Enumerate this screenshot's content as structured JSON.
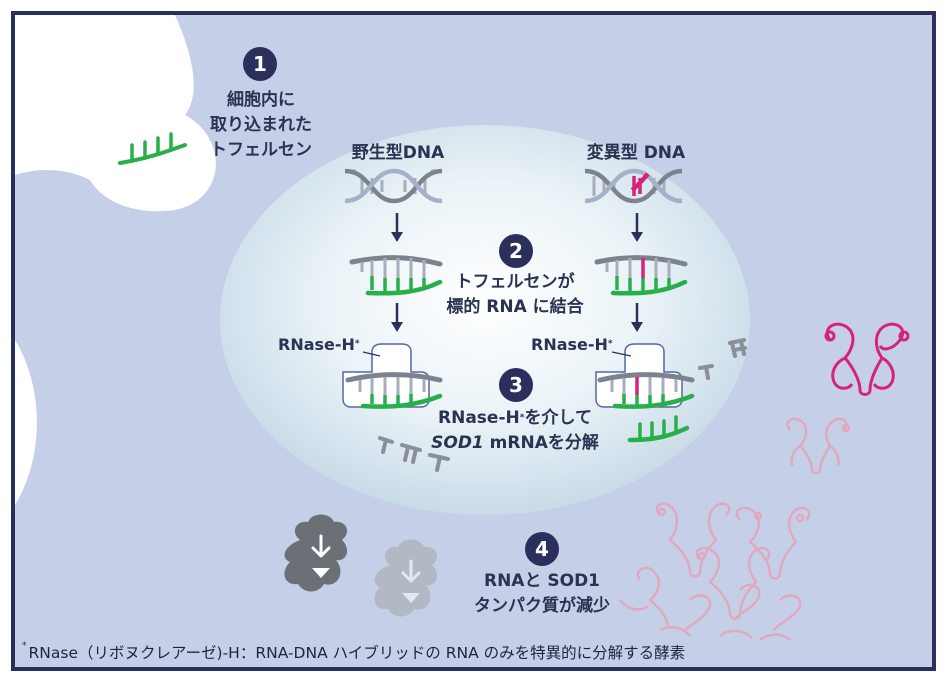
{
  "steps": [
    {
      "number": "1",
      "lines": [
        "細胞内に",
        "取り込まれた",
        "トフェルセン"
      ]
    },
    {
      "number": "2",
      "lines": [
        "トフェルセンが",
        "標的 RNA に結合"
      ]
    },
    {
      "number": "3",
      "line1_main": "RNase-H",
      "line1_sup": "*",
      "line1_tail": "を介して",
      "line2_italic": "SOD1",
      "line2_rest": " mRNAを分解"
    },
    {
      "number": "4",
      "lines": [
        "RNAと SOD1",
        "タンパク質が減少"
      ]
    }
  ],
  "dna_labels": {
    "wild": "野生型DNA",
    "mutant": "変異型 DNA"
  },
  "enzyme_label": {
    "main": "RNase-H",
    "sup": "*"
  },
  "footnote": {
    "mark": "*",
    "text": "RNase（リボヌクレアーゼ)-H：RNA-DNA ハイブリッドの RNA のみを特異的に分解する酵素"
  },
  "colors": {
    "background": "#c5d0e8",
    "border": "#2a2f5c",
    "nucleus": "#dbe9f1",
    "strand_gray": "#8a8f99",
    "strand_green": "#27b04a",
    "mutation": "#d6237a",
    "protein_dark": "#6b7077",
    "protein_light": "#b2b8c4",
    "step_circle": "#2a2f5c"
  }
}
